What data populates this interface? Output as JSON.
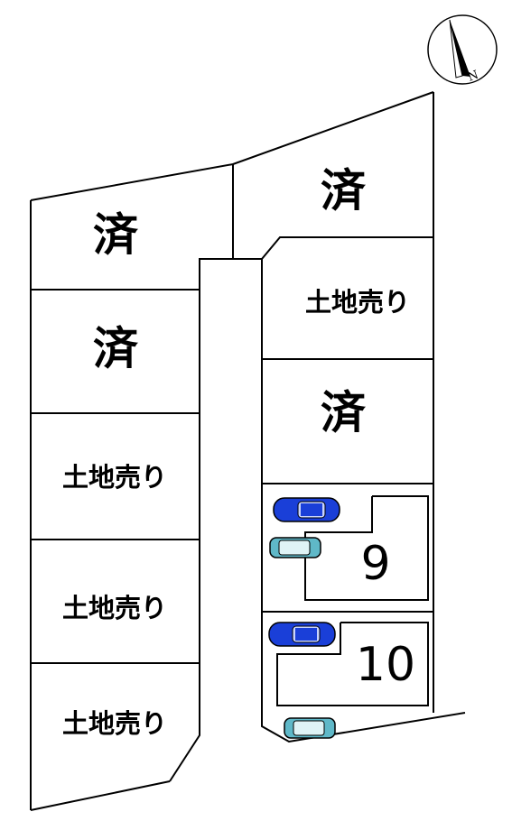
{
  "compass": {
    "north_label": "N"
  },
  "lots": [
    {
      "id": "L1",
      "label": "済",
      "status": "sold"
    },
    {
      "id": "L2",
      "label": "済",
      "status": "sold"
    },
    {
      "id": "L3",
      "label": "土地売り",
      "status": "for-sale"
    },
    {
      "id": "L4",
      "label": "土地売り",
      "status": "for-sale"
    },
    {
      "id": "L5",
      "label": "土地売り",
      "status": "for-sale"
    },
    {
      "id": "R1",
      "label": "済",
      "status": "sold"
    },
    {
      "id": "R2",
      "label": "土地売り",
      "status": "for-sale"
    },
    {
      "id": "R3",
      "label": "済",
      "status": "sold"
    },
    {
      "id": "R4",
      "label": "9",
      "status": "numbered"
    },
    {
      "id": "R5",
      "label": "10",
      "status": "numbered"
    }
  ],
  "colors": {
    "car_blue": "#1a3fd8",
    "car_teal": "#5fb8c8",
    "line": "#000000"
  }
}
